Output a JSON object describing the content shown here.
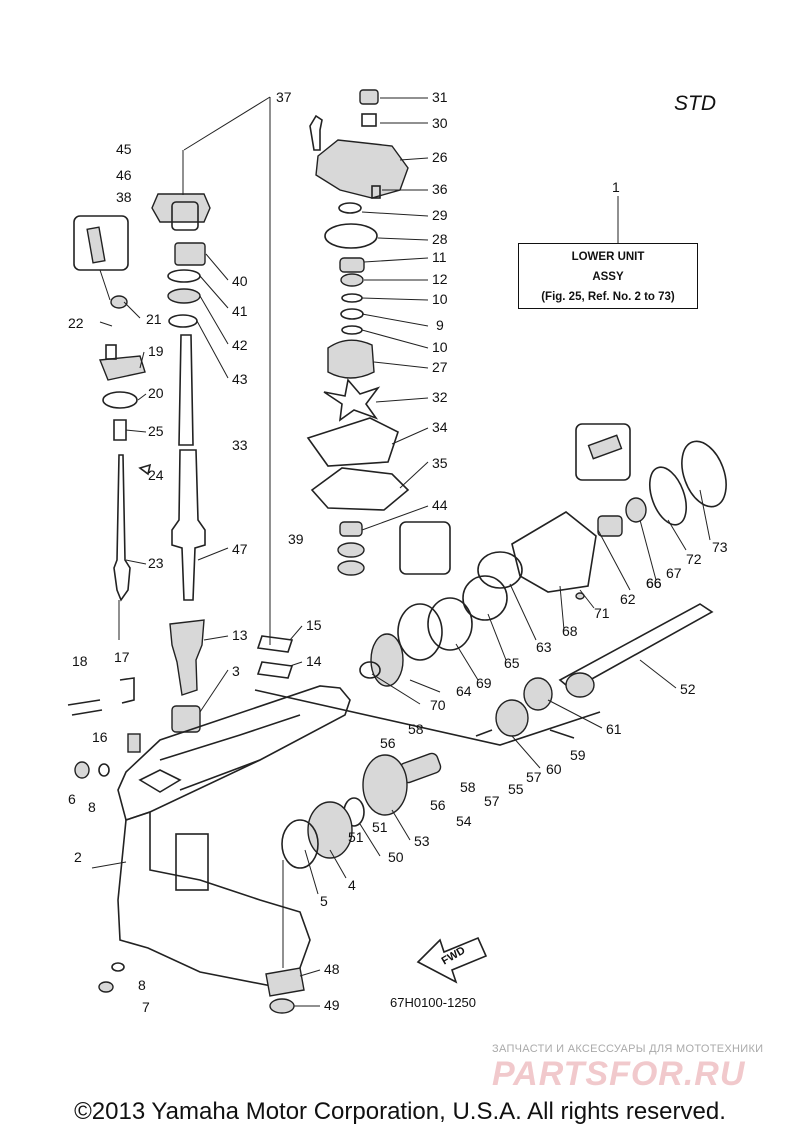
{
  "header": {
    "variant": "STD"
  },
  "callout_box": {
    "ref_number": "1",
    "line1": "LOWER UNIT",
    "line2": "ASSY",
    "line3": "(Fig. 25, Ref. No. 2 to 73)"
  },
  "diagram_code": "67H0100-1250",
  "direction_label": "FWD",
  "watermark": {
    "caption": "ЗАПЧАСТИ И АКСЕССУАРЫ ДЛЯ МОТОТЕХНИКИ",
    "site": "PARTSFOR.RU"
  },
  "copyright": "©2013 Yamaha Motor Corporation, U.S.A. All rights reserved.",
  "labels": [
    "2",
    "3",
    "4",
    "5",
    "6",
    "7",
    "8",
    "8",
    "9",
    "10",
    "10",
    "11",
    "12",
    "13",
    "14",
    "15",
    "16",
    "17",
    "18",
    "19",
    "20",
    "21",
    "22",
    "23",
    "24",
    "25",
    "26",
    "27",
    "28",
    "29",
    "30",
    "31",
    "32",
    "33",
    "34",
    "35",
    "36",
    "37",
    "38",
    "39",
    "40",
    "41",
    "42",
    "43",
    "44",
    "45",
    "46",
    "47",
    "48",
    "49",
    "50",
    "51",
    "51",
    "52",
    "53",
    "54",
    "55",
    "56",
    "56",
    "57",
    "57",
    "58",
    "58",
    "59",
    "60",
    "61",
    "62",
    "63",
    "64",
    "65",
    "66",
    "66",
    "67",
    "68",
    "69",
    "70",
    "71",
    "72",
    "73"
  ]
}
